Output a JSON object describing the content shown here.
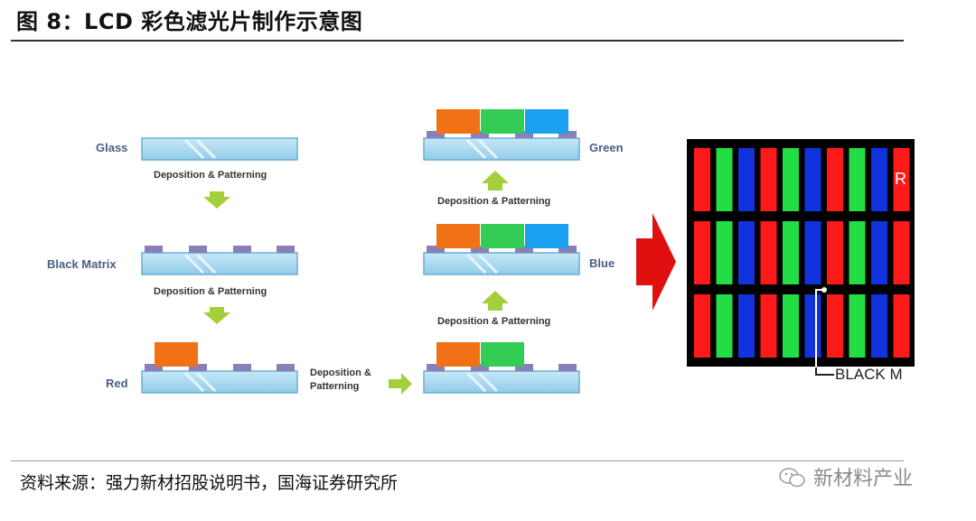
{
  "header": {
    "title": "图 8：LCD 彩色滤光片制作示意图"
  },
  "left_column": {
    "steps": [
      "Glass",
      "Black Matrix",
      "Red"
    ],
    "process": [
      "Deposition & Patterning",
      "Deposition & Patterning"
    ]
  },
  "bottom_process": {
    "line1": "Deposition &",
    "line2": "Patterning"
  },
  "right_column": {
    "steps": [
      "Green",
      "Blue"
    ],
    "process": [
      "Deposition & Patterning",
      "Deposition & Patterning"
    ]
  },
  "grid_panel": {
    "pattern": [
      "red",
      "green",
      "blue"
    ],
    "corner_letter": "R",
    "pointer_label": "BLACK M"
  },
  "colors": {
    "glass": "#a9d8ef",
    "glass_edge": "#6aaed6",
    "red_filter": "#f07214",
    "green_filter": "#33cc55",
    "blue_filter": "#1ca0f0",
    "black_matrix": "#8a7fb8",
    "arrow_green": "#a3cf3a",
    "big_arrow": "#e01010",
    "pixel_red": "#ff1a1a",
    "pixel_green": "#22dd44",
    "pixel_blue": "#1133dd"
  },
  "footer": {
    "source": "资料来源：强力新材招股说明书，国海证券研究所",
    "watermark": "新材料产业"
  }
}
